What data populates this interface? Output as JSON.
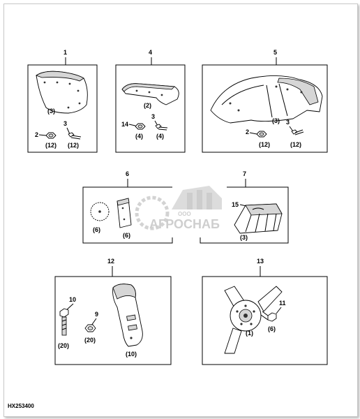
{
  "figure_code": "HX253400",
  "watermark": {
    "company_prefix": "ООО",
    "company_name": "АГРОСНАБ"
  },
  "groups": [
    {
      "id": "1",
      "parts": [
        {
          "qty": "(3)"
        },
        {
          "num": "2",
          "qty": "(12)"
        },
        {
          "num": "3",
          "qty": "(12)"
        }
      ]
    },
    {
      "id": "4",
      "parts": [
        {
          "qty": "(2)"
        },
        {
          "num": "14",
          "qty": "(4)"
        },
        {
          "num": "3",
          "qty": "(4)"
        }
      ]
    },
    {
      "id": "5",
      "parts": [
        {
          "qty": "(3)"
        },
        {
          "num": "2",
          "qty": "(12)"
        },
        {
          "num": "3",
          "qty": "(12)"
        }
      ]
    },
    {
      "id": "6",
      "parts": [
        {
          "qty": "(6)"
        },
        {
          "qty": "(6)"
        }
      ]
    },
    {
      "id": "7",
      "parts": [
        {
          "num": "15",
          "qty": "(3)"
        }
      ]
    },
    {
      "id": "12",
      "parts": [
        {
          "num": "10",
          "qty": "(20)"
        },
        {
          "num": "9",
          "qty": "(20)"
        },
        {
          "qty": "(10)"
        }
      ]
    },
    {
      "id": "13",
      "parts": [
        {
          "qty": "(1)"
        },
        {
          "num": "11",
          "qty": "(6)"
        }
      ]
    }
  ]
}
